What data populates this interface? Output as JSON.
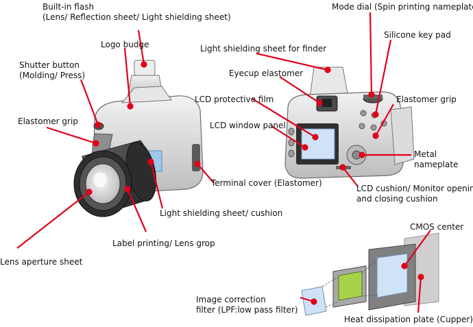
{
  "labels": {
    "builtin_flash": "Built-in flash",
    "builtin_flash_sub": "(Lens/ Reflection sheet/ Light shielding sheet)",
    "logo_badge": "Logo budge",
    "shutter_button": "Shutter button",
    "shutter_button_sub": "(Molding/ Press)",
    "elastomer_grip_left": "Elastomer grip",
    "terminal_cover": "Terminal cover (Elastomer)",
    "light_shielding_cushion": "Light shielding sheet/ cushion",
    "label_printing": "Label printing/ Lens grop",
    "lens_aperture": "Lens aperture sheet",
    "mode_dial": "Mode dial (Spin printing nameplate)",
    "silicone_keypad": "Silicone key pad",
    "light_shielding_finder": "Light shielding sheet for finder",
    "eyecup": "Eyecup elastomer",
    "lcd_film": "LCD protective film",
    "lcd_window": "LCD window panel",
    "elastomer_grip_right": "Elastomer grip",
    "metal_nameplate": "Metal",
    "metal_nameplate_sub": "nameplate",
    "lcd_cushion": "LCD cushion/ Monitor opening",
    "lcd_cushion_sub": "and closing cushion",
    "cmos_center": "CMOS center",
    "image_filter": "Image correction",
    "image_filter_sub": "filter (LPF:low pass filter)",
    "heat_plate": "Heat dissipation plate (Cupper)"
  },
  "colors": {
    "leader": "#e0001b",
    "body_fill": "#d9d9d9",
    "body_stroke": "#6b6b6b",
    "lens_dark": "#3a3a3a",
    "lcd_blue": "#cfe3f7",
    "filter_green": "#a8d24a"
  }
}
